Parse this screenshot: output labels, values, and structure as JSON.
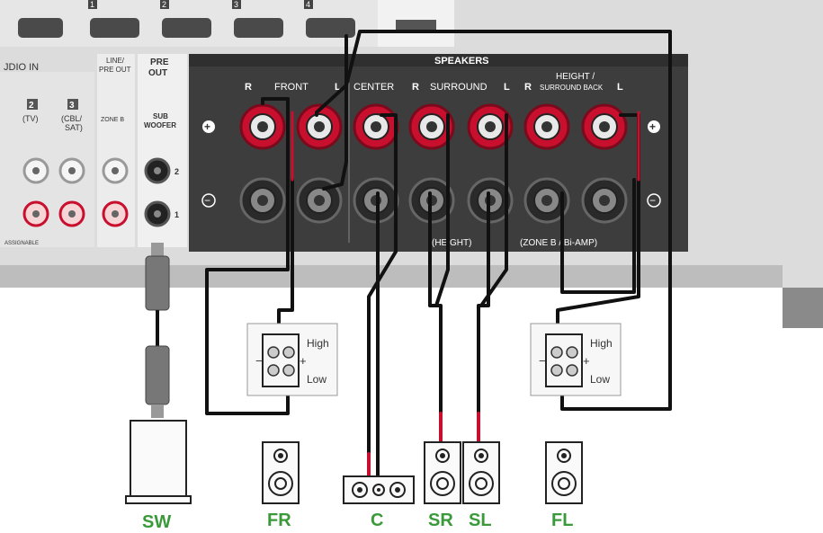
{
  "top_ports": [
    "1",
    "2",
    "3",
    "4"
  ],
  "audio_in": {
    "title": "JDIO IN",
    "inputs": [
      {
        "number": "2",
        "name": "(TV)"
      },
      {
        "number": "3",
        "name": "(CBL/",
        "name2": "SAT)"
      }
    ],
    "assignable": "ASSIGNABLE"
  },
  "line_pre_out": {
    "title1": "LINE/",
    "title2": "PRE OUT",
    "zone": "ZONE B"
  },
  "pre_out": {
    "title1": "PRE",
    "title2": "OUT",
    "sub1": "SUB",
    "sub2": "WOOFER",
    "port1": "1",
    "port2": "2"
  },
  "speakers_panel": {
    "title": "SPEAKERS",
    "front": "FRONT",
    "center": "CENTER",
    "surround": "SURROUND",
    "height1": "HEIGHT /",
    "height2": "SURROUND BACK",
    "r": "R",
    "l": "L",
    "plus": "+",
    "minus": "−",
    "note_height": "(HEIGHT)",
    "note_zone": "(ZONE B / Bi-AMP)"
  },
  "biamp_box": {
    "high": "High",
    "low": "Low"
  },
  "speaker_labels": {
    "sw": "SW",
    "fr": "FR",
    "c": "C",
    "sr": "SR",
    "sl": "SL",
    "fl": "FL"
  },
  "colors": {
    "panel": "#3d3d3d",
    "terminal_red": "#c8102e",
    "wire": "#111111",
    "label_green": "#3a9a3a",
    "chassis": "#d6d6d6"
  }
}
